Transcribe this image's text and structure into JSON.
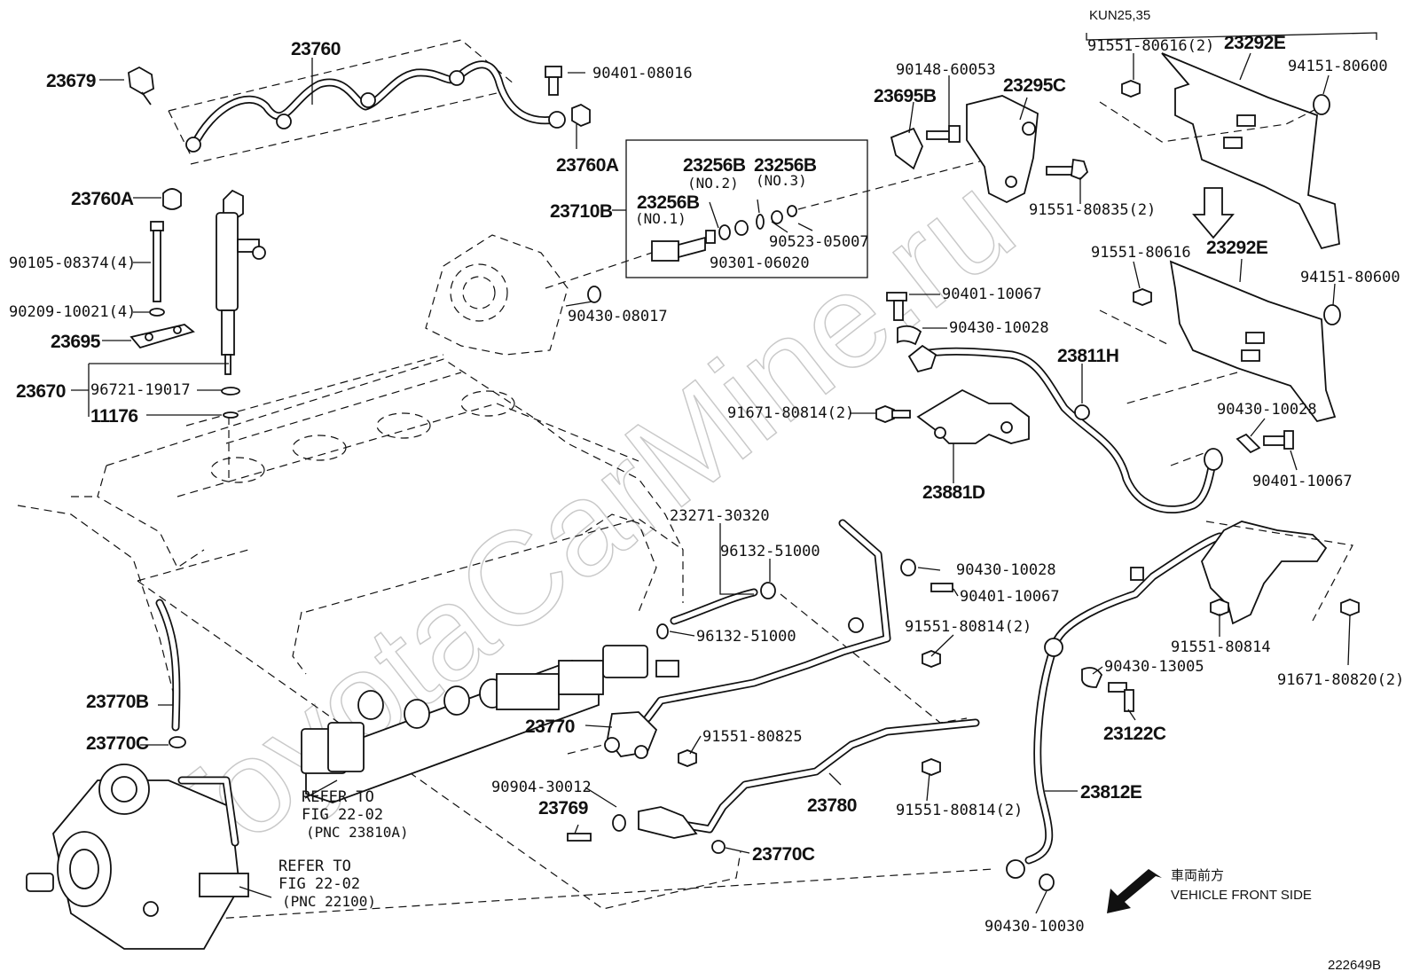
{
  "diagram_id": "222649B",
  "watermark": "ToyotaCarMine.ru",
  "variant_label": "KUN25,35",
  "direction": {
    "jp": "車両前方",
    "en": "VEHICLE FRONT SIDE"
  },
  "callouts": [
    {
      "id": "c23760",
      "text": "23760"
    },
    {
      "id": "c23679",
      "text": "23679"
    },
    {
      "id": "c9040108016",
      "text": "90401-08016"
    },
    {
      "id": "c23760a_top",
      "text": "23760A"
    },
    {
      "id": "c23760a_left",
      "text": "23760A"
    },
    {
      "id": "c23710b",
      "text": "23710B"
    },
    {
      "id": "c23256b_no2",
      "text": "23256B"
    },
    {
      "id": "c23256b_no3",
      "text": "23256B"
    },
    {
      "id": "c23256b_no1",
      "text": "23256B"
    },
    {
      "id": "c9030106020",
      "text": "90301-06020"
    },
    {
      "id": "c9052305007",
      "text": "90523-05007"
    },
    {
      "id": "c9043008017",
      "text": "90430-08017"
    },
    {
      "id": "c9010508374",
      "text": "90105-08374(4)"
    },
    {
      "id": "c9020910021",
      "text": "90209-10021(4)"
    },
    {
      "id": "c23695",
      "text": "23695"
    },
    {
      "id": "c23670",
      "text": "23670"
    },
    {
      "id": "c9672119017",
      "text": "96721-19017"
    },
    {
      "id": "c11176",
      "text": "11176"
    },
    {
      "id": "c9014860053",
      "text": "90148-60053"
    },
    {
      "id": "c23695b",
      "text": "23695B"
    },
    {
      "id": "c23295c",
      "text": "23295C"
    },
    {
      "id": "c9155180835",
      "text": "91551-80835(2)"
    },
    {
      "id": "c9155180616_2",
      "text": "91551-80616(2)"
    },
    {
      "id": "c23292e_top",
      "text": "23292E"
    },
    {
      "id": "c9415180600_top",
      "text": "94151-80600"
    },
    {
      "id": "c9155180616",
      "text": "91551-80616"
    },
    {
      "id": "c23292e_bot",
      "text": "23292E"
    },
    {
      "id": "c9415180600_bot",
      "text": "94151-80600"
    },
    {
      "id": "c9040110067_a",
      "text": "90401-10067"
    },
    {
      "id": "c9043010028_a",
      "text": "90430-10028"
    },
    {
      "id": "c23811h",
      "text": "23811H"
    },
    {
      "id": "c9167180814",
      "text": "91671-80814(2)"
    },
    {
      "id": "c23881d",
      "text": "23881D"
    },
    {
      "id": "c9043010028_b",
      "text": "90430-10028"
    },
    {
      "id": "c9040110067_b",
      "text": "90401-10067"
    },
    {
      "id": "c2327130320",
      "text": "23271-30320"
    },
    {
      "id": "c9613251000_a",
      "text": "96132-51000"
    },
    {
      "id": "c9613251000_b",
      "text": "96132-51000"
    },
    {
      "id": "c9043010028_c",
      "text": "90430-10028"
    },
    {
      "id": "c9040110067_c",
      "text": "90401-10067"
    },
    {
      "id": "c9155180814_2a",
      "text": "91551-80814(2)"
    },
    {
      "id": "c9155180814",
      "text": "91551-80814"
    },
    {
      "id": "c9043013005",
      "text": "90430-13005"
    },
    {
      "id": "c9167180820",
      "text": "91671-80820(2)"
    },
    {
      "id": "c23122c",
      "text": "23122C"
    },
    {
      "id": "c23770b",
      "text": "23770B"
    },
    {
      "id": "c23770c_left",
      "text": "23770C"
    },
    {
      "id": "c23770",
      "text": "23770"
    },
    {
      "id": "c9155180825",
      "text": "91551-80825"
    },
    {
      "id": "c9090430012",
      "text": "90904-30012"
    },
    {
      "id": "c23769",
      "text": "23769"
    },
    {
      "id": "c23780",
      "text": "23780"
    },
    {
      "id": "c23770c_bot",
      "text": "23770C"
    },
    {
      "id": "c9155180814_2b",
      "text": "91551-80814(2)"
    },
    {
      "id": "c23812e",
      "text": "23812E"
    },
    {
      "id": "c9043010030",
      "text": "90430-10030"
    }
  ],
  "notes": [
    {
      "id": "no2",
      "text": "(NO.2)"
    },
    {
      "id": "no3",
      "text": "(NO.3)"
    },
    {
      "id": "no1",
      "text": "(NO.1)"
    }
  ],
  "references": [
    {
      "id": "ref1",
      "lines": [
        "REFER TO",
        "FIG 22-02",
        "(PNC 23810A)"
      ]
    },
    {
      "id": "ref2",
      "lines": [
        "REFER TO",
        "FIG 22-02",
        "(PNC 22100)"
      ]
    }
  ]
}
